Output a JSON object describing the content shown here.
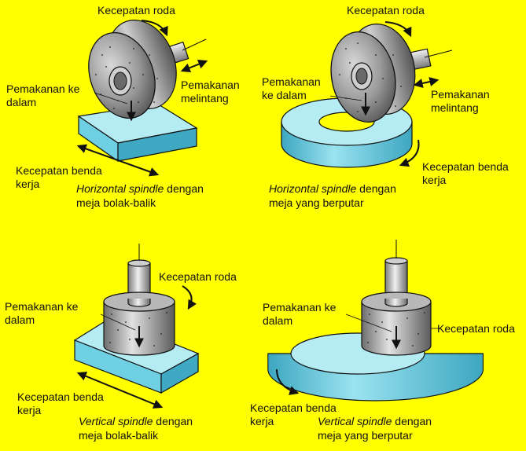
{
  "colors": {
    "background": "#ffff00",
    "block_top": "#b5ecf4",
    "block_front": "#6fd0e4",
    "block_side": "#3fa9c4",
    "wheel": "#8f8f8f",
    "outline": "#111111"
  },
  "panels": [
    {
      "id": "horizontal-reciprocating",
      "labels": {
        "wheel_speed": "Kecepatan roda",
        "infeed": "Pemakanan ke\ndalam",
        "crossfeed": "Pemakanan\nmelintang",
        "work_speed": "Kecepatan benda\nkerja"
      },
      "caption": {
        "italic": "Horizontal spindle",
        "rest": " dengan\nmeja bolak-balik"
      }
    },
    {
      "id": "horizontal-rotary",
      "labels": {
        "wheel_speed": "Kecepatan roda",
        "infeed": "Pemakanan\nke dalam",
        "crossfeed": "Pemakanan\nmelintang",
        "work_speed": "Kecepatan benda\nkerja"
      },
      "caption": {
        "italic": "Horizontal spindle",
        "rest": " dengan\nmeja yang berputar"
      }
    },
    {
      "id": "vertical-reciprocating",
      "labels": {
        "wheel_speed": "Kecepatan roda",
        "infeed": "Pemakanan ke\ndalam",
        "work_speed": "Kecepatan benda\nkerja"
      },
      "caption": {
        "italic": "Vertical spindle",
        "rest": " dengan\nmeja bolak-balik"
      }
    },
    {
      "id": "vertical-rotary",
      "labels": {
        "wheel_speed": "Kecepatan roda",
        "infeed": "Pemakanan ke\ndalam",
        "work_speed": "Kecepatan benda\nkerja"
      },
      "caption": {
        "italic": "Vertical spindle",
        "rest": " dengan\nmeja yang berputar"
      }
    }
  ]
}
